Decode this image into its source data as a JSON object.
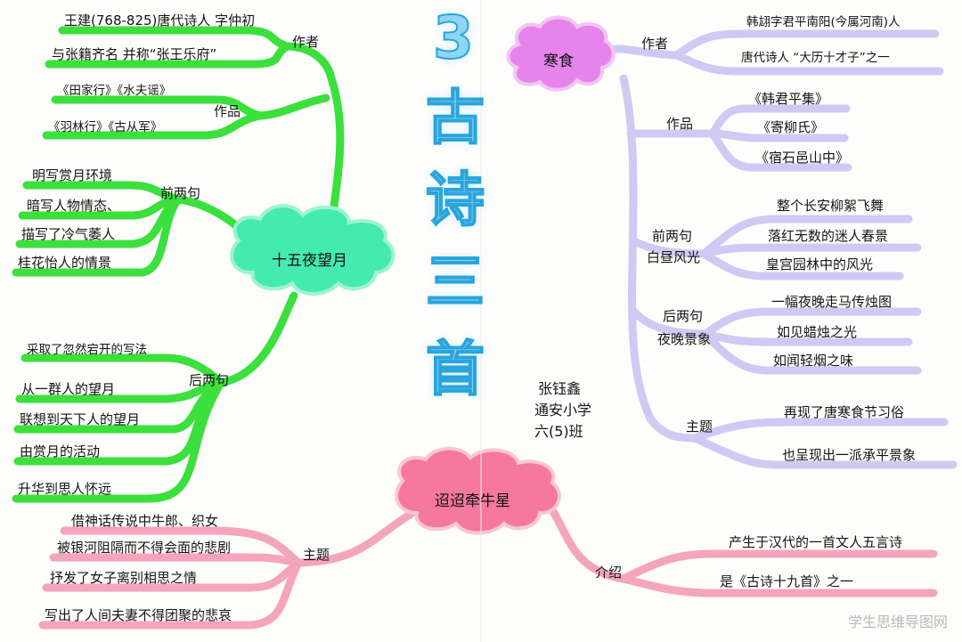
{
  "title_chars": [
    "3",
    "古",
    "诗",
    "三",
    "首"
  ],
  "author": {
    "name": "张钰鑫",
    "school": "通安小学",
    "class": "六(5)班"
  },
  "watermark": "学生思维导图网",
  "poem1": {
    "name": "十五夜望月",
    "branches": {
      "author": {
        "label": "作者",
        "items": [
          "王建(768-825)唐代诗人 字仲初",
          "与张籍齐名 并称“张王乐府”"
        ]
      },
      "works": {
        "label": "作品",
        "items": [
          "《田家行》《水夫谣》",
          "《羽林行》《古从军》"
        ]
      },
      "first": {
        "label": "前两句",
        "items": [
          "明写赏月环境",
          "暗写人物情态、",
          "描写了冷气萎人",
          "桂花怡人的情景"
        ]
      },
      "last": {
        "label": "后两句",
        "items": [
          "采取了忽然宕开的写法",
          "从一群人的望月",
          "联想到天下人的望月",
          "由赏月的活动",
          "升华到思人怀远"
        ]
      }
    }
  },
  "poem2": {
    "name": "寒食",
    "branches": {
      "author": {
        "label": "作者",
        "items": [
          "韩翃字君平南阳(今属河南)人",
          "唐代诗人 “大历十才子”之一"
        ]
      },
      "works": {
        "label": "作品",
        "items": [
          "《韩君平集》",
          "《寄柳氏》",
          "《宿石邑山中》"
        ]
      },
      "first": {
        "label_line1": "前两句",
        "label_line2": "白昼风光",
        "items": [
          "整个长安柳絮飞舞",
          "落红无数的迷人春景",
          "皇宫园林中的风光"
        ]
      },
      "last": {
        "label_line1": "后两句",
        "label_line2": "夜晚景象",
        "items": [
          "一幅夜晚走马传烛图",
          "如见蜡烛之光",
          "如闻轻烟之味"
        ]
      },
      "theme": {
        "label": "主题",
        "items": [
          "再现了唐寒食节习俗",
          "也呈现出一派承平景象"
        ]
      }
    }
  },
  "poem3": {
    "name": "迢迢牵牛星",
    "branches": {
      "theme": {
        "label": "主题",
        "items": [
          "借神话传说中牛郎、织女",
          "被银河阻隔而不得会面的悲剧",
          "抒发了女子离别相思之情",
          "写出了人间夫妻不得团聚的悲哀"
        ]
      },
      "intro": {
        "label": "介绍",
        "items": [
          "产生于汉代的一首文人五言诗",
          "是《古诗十九首》之一"
        ]
      }
    }
  },
  "colors": {
    "green": "#35e03a",
    "lavender": "#ccc9f2",
    "pink": "#f2a0b8",
    "title": "#2aa4dc",
    "purple_cloud": "#e27be8",
    "green_cloud": "#37e6a4",
    "pink_cloud": "#f36b9b"
  }
}
